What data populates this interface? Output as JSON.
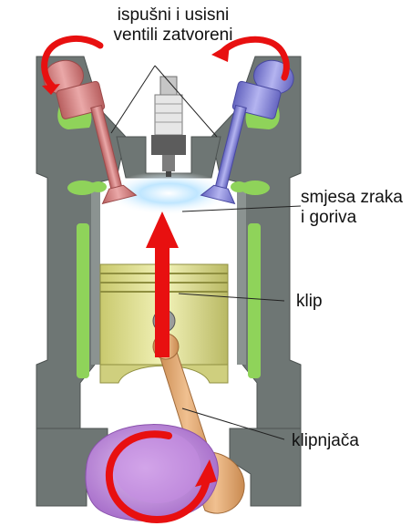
{
  "labels": {
    "valves_line1": "ispušni i usisni",
    "valves_line2": "ventili zatvoreni",
    "mixture_line1": "smjesa zraka",
    "mixture_line2": "i goriva",
    "piston": "klip",
    "connecting_rod": "klipnjača"
  },
  "colors": {
    "engine_block": "#6e7674",
    "coolant": "#8fd35a",
    "exhaust_valve": "#d98a8a",
    "intake_valve": "#8c8ce0",
    "piston": "#e2e29a",
    "connecting_rod": "#e0a873",
    "crankshaft": "#c08ae0",
    "motion_arrow": "#e81010",
    "fuel_mixture": "#bfe6ff"
  },
  "icons": {
    "exhaust_rotation": "curved-arrow-counterclockwise-icon",
    "intake_rotation": "curved-arrow-clockwise-icon",
    "piston_motion": "up-arrow-icon",
    "crank_rotation": "circular-arrow-icon"
  }
}
